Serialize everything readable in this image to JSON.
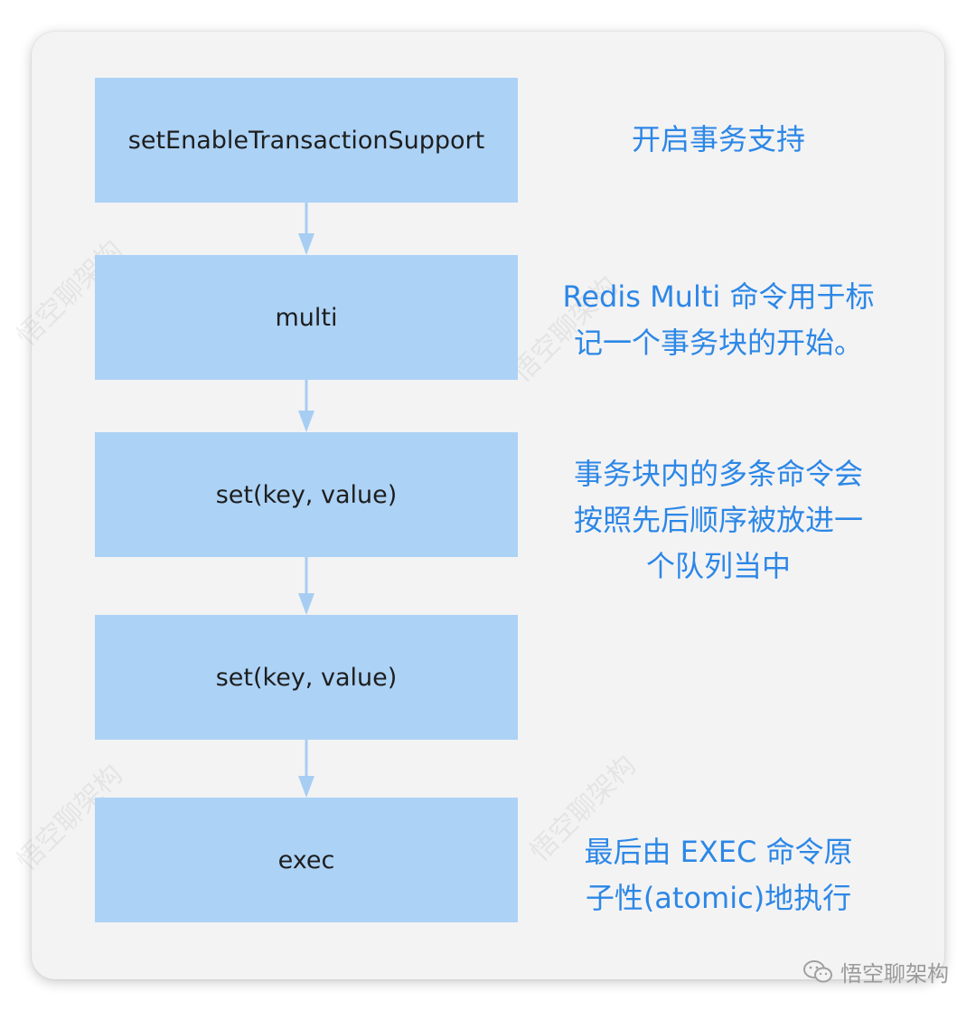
{
  "steps": [
    {
      "label": "setEnableTransactionSupport"
    },
    {
      "label": "multi"
    },
    {
      "label": "set(key, value)"
    },
    {
      "label": "set(key, value)"
    },
    {
      "label": "exec"
    }
  ],
  "notes": [
    {
      "lines": [
        "开启事务支持"
      ]
    },
    {
      "lines": [
        "Redis Multi 命令用于标",
        "记一个事务块的开始。"
      ]
    },
    {
      "lines": [
        "事务块内的多条命令会",
        "按照先后顺序被放进一",
        "个队列当中"
      ]
    },
    {
      "lines": [
        "最后由 EXEC 命令原",
        "子性(atomic)地执行"
      ]
    }
  ],
  "watermark": {
    "text": "悟空聊架构"
  },
  "footer": {
    "icon": "wechat-icon",
    "text": "悟空聊架构"
  },
  "colors": {
    "step_fill": "#acd2f6",
    "note_text": "#2c87e6",
    "arrow": "#a7cdf3",
    "card_bg": "#f3f3f4"
  }
}
